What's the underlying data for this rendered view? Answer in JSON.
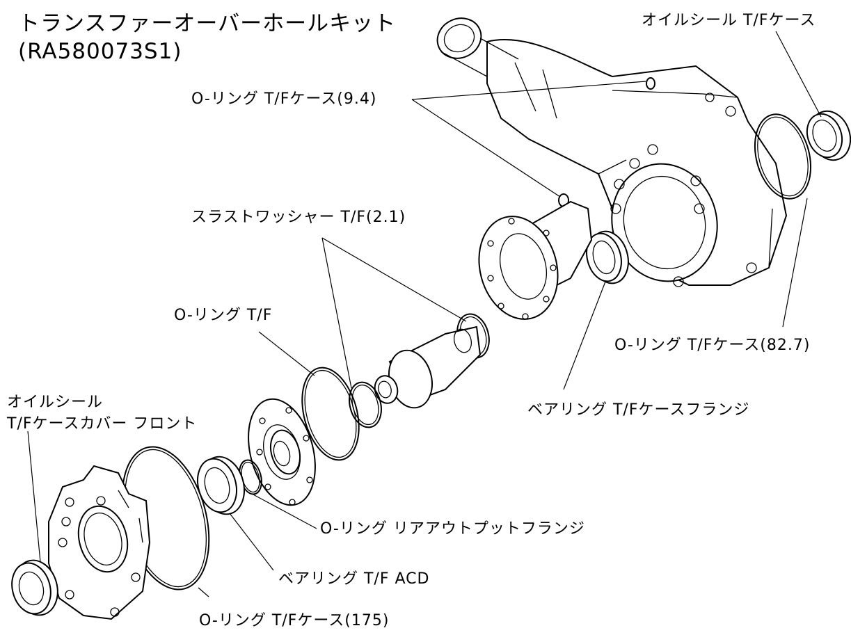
{
  "title": {
    "line1": "トランスファーオーバーホールキット",
    "line2": "(RA580073S1)"
  },
  "labels": {
    "oil_seal_case": "オイルシール T/Fケース",
    "oring_case_94": "O-リング T/Fケース(9.4)",
    "thrust_washer": "スラストワッシャー T/F(2.1)",
    "oring_tf": "O-リング T/F",
    "oring_case_827": "O-リング T/Fケース(82.7)",
    "bearing_case_flange": "ベアリング T/Fケースフランジ",
    "oil_seal_cover_front_1": "オイルシール",
    "oil_seal_cover_front_2": "T/Fケースカバー フロント",
    "oring_rear_output": "O-リング リアアウトプットフランジ",
    "bearing_acd": "ベアリング T/F ACD",
    "oring_case_175": "O-リング T/Fケース(175)"
  }
}
